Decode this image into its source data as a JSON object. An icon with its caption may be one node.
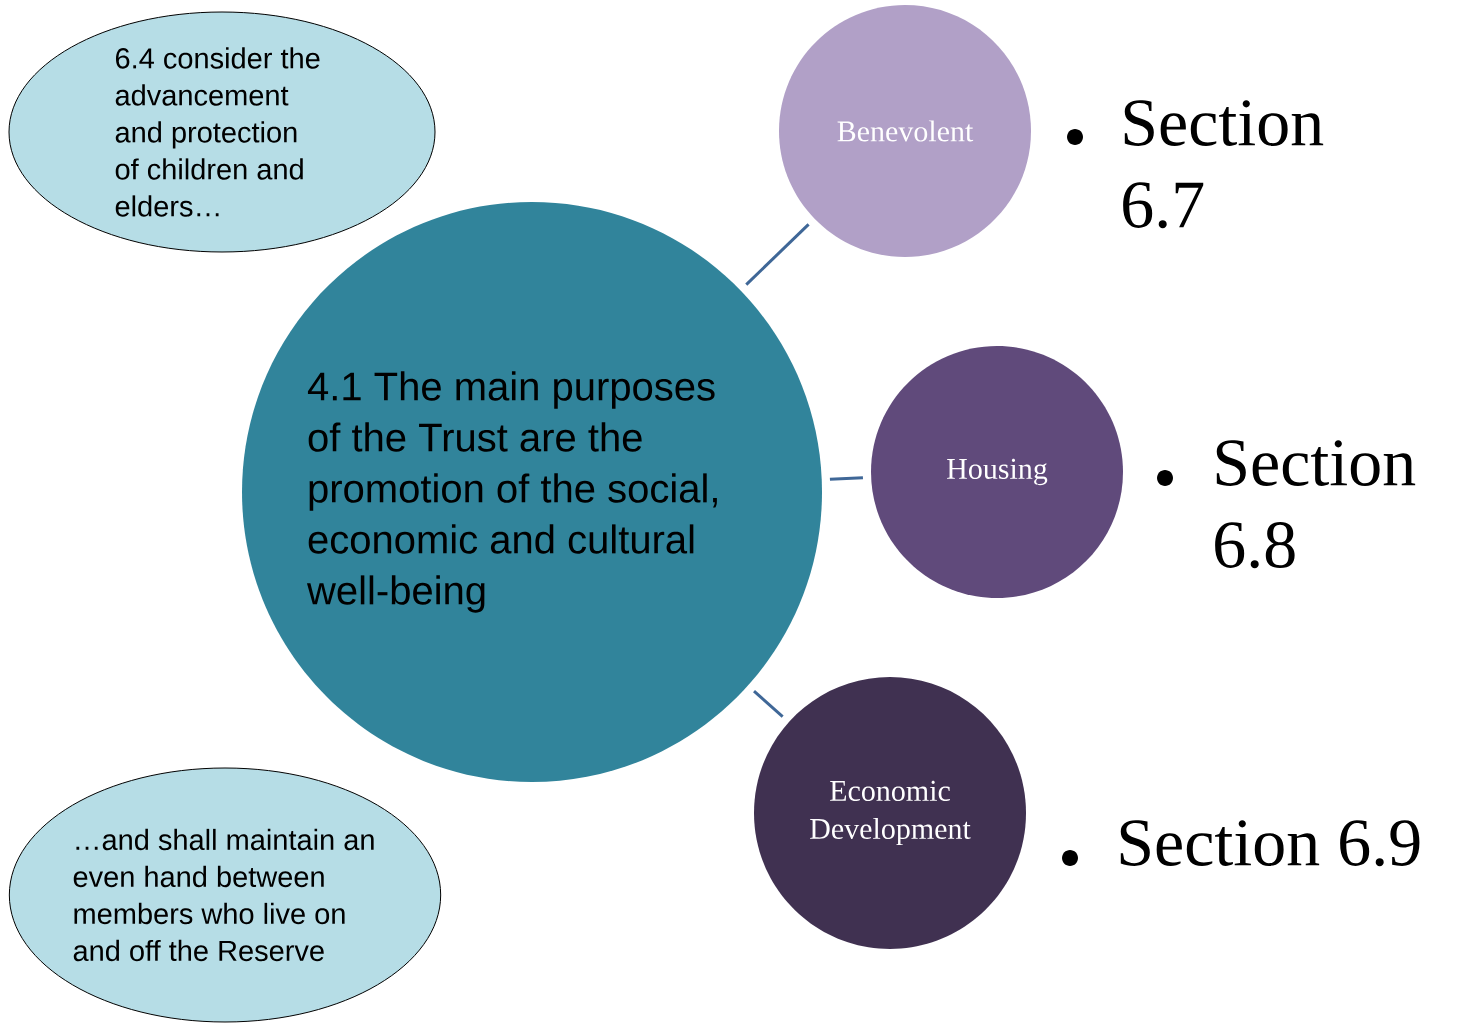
{
  "diagram": {
    "nodes": [
      {
        "text": [
          "6.4 consider the advancement and protection of children and elders…"
        ]
      },
      {
        "text": [
          "4.1 The main purposes of the Trust are the promotion of the social, economic and cultural well-being"
        ]
      },
      {
        "text": [
          "Benevolent"
        ],
        "beside": [
          "Section 6.7"
        ]
      },
      {
        "text": [
          "Housing"
        ],
        "beside": [
          "Section 6.8"
        ]
      },
      {
        "text": [
          "Economic Development"
        ],
        "beside": [
          "Section 6.9"
        ]
      },
      {
        "text": [
          "…and shall maintain an even hand between members who live on and off the Reserve"
        ]
      }
    ],
    "edges": [
      {
        "from": 1,
        "to": 2,
        "arrow": "none"
      },
      {
        "from": 1,
        "to": 3,
        "arrow": "none"
      },
      {
        "from": 1,
        "to": 4,
        "arrow": "none"
      }
    ]
  }
}
